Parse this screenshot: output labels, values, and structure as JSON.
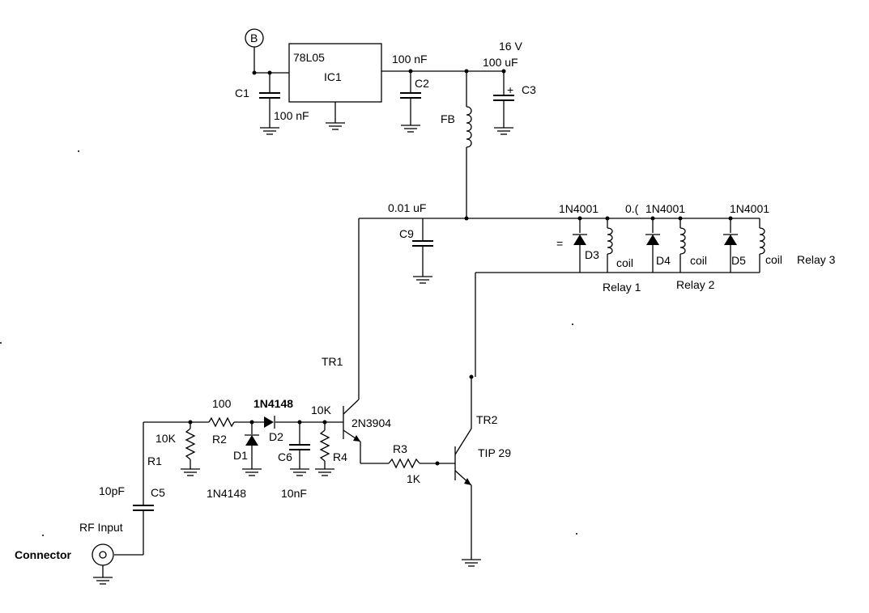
{
  "labels": {
    "B": "B",
    "ic1_part": "78L05",
    "ic1_ref": "IC1",
    "c1_ref": "C1",
    "c1_val": "100 nF",
    "c2_val": "100 nF",
    "c2_ref": "C2",
    "c3_voltage": "16 V",
    "c3_val": "100 uF",
    "c3_ref": "C3",
    "plus": "+",
    "fb_ref": "FB",
    "c9_val": "0.01 uF",
    "c9_ref": "C9",
    "d3_part": "1N4001",
    "d4_part_prefix": "0.(",
    "d4_part": "1N4001",
    "d5_part": "1N4001",
    "eq_mark": "=",
    "d3_ref": "D3",
    "d4_ref": "D4",
    "d5_ref": "D5",
    "coil1": "coil",
    "coil2": "coil",
    "coil3": "coil",
    "relay1": "Relay 1",
    "relay2": "Relay 2",
    "relay3": "Relay 3",
    "tr1_ref": "TR1",
    "tr1_part": "2N3904",
    "tr2_ref": "TR2",
    "tr2_part": "TIP 29",
    "r2_val": "100",
    "r2_ref": "R2",
    "d2_part": "1N4148",
    "d2_ref": "D2",
    "d1_ref": "D1",
    "d1_part": "1N4148",
    "r1_val": "10K",
    "r1_ref": "R1",
    "r4_val": "10K",
    "r4_ref": "R4",
    "c6_ref": "C6",
    "c6_val": "10nF",
    "r3_ref": "R3",
    "r3_val": "1K",
    "c5_val": "10pF",
    "c5_ref": "C5",
    "rf_input": "RF Input",
    "connector": "Connector"
  }
}
